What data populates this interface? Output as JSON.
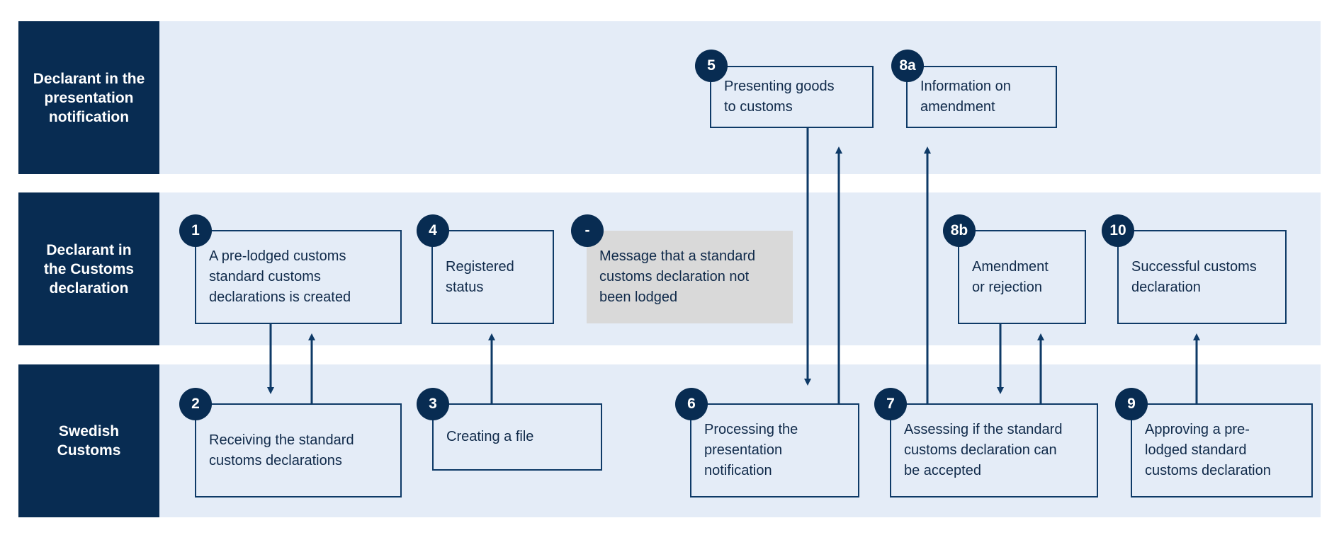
{
  "lanes": [
    {
      "label": "Declarant in the\npresentation\nnotification"
    },
    {
      "label": "Declarant in\nthe Customs\ndeclaration"
    },
    {
      "label": "Swedish\nCustoms"
    }
  ],
  "steps": {
    "s1": {
      "number": "1",
      "text": "A pre-lodged customs\nstandard customs\ndeclarations is created"
    },
    "s2": {
      "number": "2",
      "text": "Receiving the standard\ncustoms declarations"
    },
    "s3": {
      "number": "3",
      "text": "Creating a file"
    },
    "s4": {
      "number": "4",
      "text": "Registered\nstatus"
    },
    "sdash": {
      "number": "-",
      "text": "Message that a standard\ncustoms declaration not\nbeen lodged"
    },
    "s5": {
      "number": "5",
      "text": "Presenting goods\nto customs"
    },
    "s6": {
      "number": "6",
      "text": "Processing the\npresentation\nnotification"
    },
    "s7": {
      "number": "7",
      "text": "Assessing if the standard\ncustoms declaration can\nbe accepted"
    },
    "s8a": {
      "number": "8a",
      "text": "Information on\namendment"
    },
    "s8b": {
      "number": "8b",
      "text": "Amendment\nor rejection"
    },
    "s9": {
      "number": "9",
      "text": "Approving a pre-\nlodged standard\ncustoms declaration"
    },
    "s10": {
      "number": "10",
      "text": "Successful customs\ndeclaration"
    }
  },
  "colors": {
    "lane": "#e4ecf7",
    "header": "#082c52",
    "border": "#0e3a67",
    "message": "#d9d9d9"
  }
}
